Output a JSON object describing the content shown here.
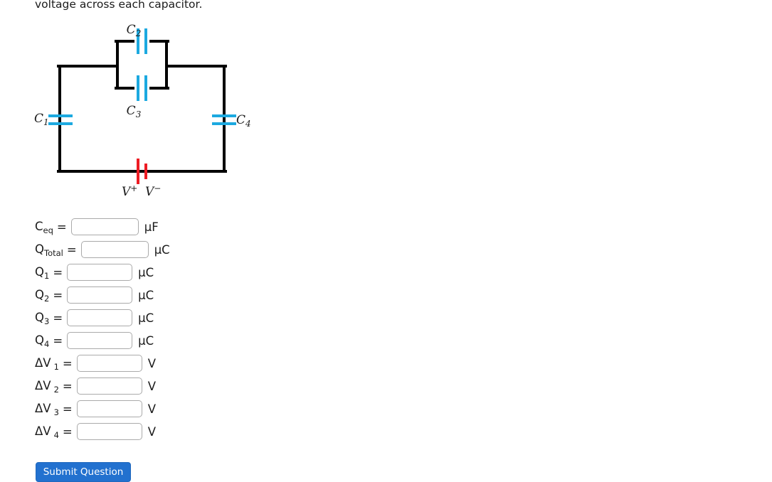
{
  "prompt": {
    "text": "voltage across each capacitor."
  },
  "circuit": {
    "title": "capacitor-network-circuit",
    "wire_color": "#000000",
    "capacitor_color": "#1CA9E0",
    "battery_color": "#ED1C24",
    "labels": {
      "c1": "C",
      "c1_sub": "1",
      "c2": "C",
      "c2_sub": "2",
      "c3": "C",
      "c3_sub": "3",
      "c4": "C",
      "c4_sub": "4",
      "v_plus": "V",
      "v_plus_sup": "+",
      "v_minus": "V",
      "v_minus_sup": "−"
    }
  },
  "form": {
    "rows": [
      {
        "name": "ceq",
        "symbol": "C",
        "sub": "eq",
        "sub_gap": false,
        "eq": "=",
        "value": "",
        "unit": "μF",
        "width": "w-95"
      },
      {
        "name": "qtotal",
        "symbol": "Q",
        "sub": "Total",
        "sub_gap": false,
        "eq": "=",
        "value": "",
        "unit": "μC",
        "width": "w-95"
      },
      {
        "name": "q1",
        "symbol": "Q",
        "sub": "1",
        "sub_gap": false,
        "eq": "=",
        "value": "",
        "unit": "μC",
        "width": "w-92"
      },
      {
        "name": "q2",
        "symbol": "Q",
        "sub": "2",
        "sub_gap": false,
        "eq": "=",
        "value": "",
        "unit": "μC",
        "width": "w-92"
      },
      {
        "name": "q3",
        "symbol": "Q",
        "sub": "3",
        "sub_gap": false,
        "eq": "=",
        "value": "",
        "unit": "μC",
        "width": "w-92"
      },
      {
        "name": "q4",
        "symbol": "Q",
        "sub": "4",
        "sub_gap": false,
        "eq": "=",
        "value": "",
        "unit": "μC",
        "width": "w-92"
      },
      {
        "name": "dv1",
        "symbol": "ΔV",
        "sub": "1",
        "sub_gap": true,
        "eq": "=",
        "value": "",
        "unit": "V",
        "width": "w-92"
      },
      {
        "name": "dv2",
        "symbol": "ΔV",
        "sub": "2",
        "sub_gap": true,
        "eq": "=",
        "value": "",
        "unit": "V",
        "width": "w-92"
      },
      {
        "name": "dv3",
        "symbol": "ΔV",
        "sub": "3",
        "sub_gap": true,
        "eq": "=",
        "value": "",
        "unit": "V",
        "width": "w-92"
      },
      {
        "name": "dv4",
        "symbol": "ΔV",
        "sub": "4",
        "sub_gap": true,
        "eq": "=",
        "value": "",
        "unit": "V",
        "width": "w-92"
      }
    ]
  },
  "submit": {
    "label": "Submit Question",
    "color": "#2271cf"
  }
}
